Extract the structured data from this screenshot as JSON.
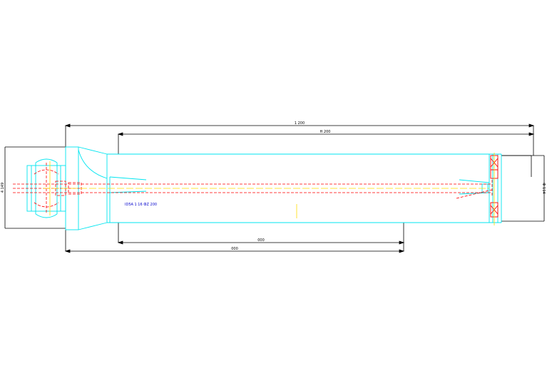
{
  "drawing": {
    "dimensions": {
      "overall_length": "1 200",
      "tube_length": "H 200",
      "inner_span": "000",
      "lower_length": "000",
      "left_height": "4 149",
      "right_height": "Ф 114"
    },
    "note": "ID5A 1 16 ФZ 200"
  },
  "colors": {
    "background": "#ffffff",
    "outline": "#00e5f0",
    "dimension": "#000000",
    "centerline": "#ff0000",
    "hidden": "#ffdd00",
    "note": "#0000cc"
  }
}
